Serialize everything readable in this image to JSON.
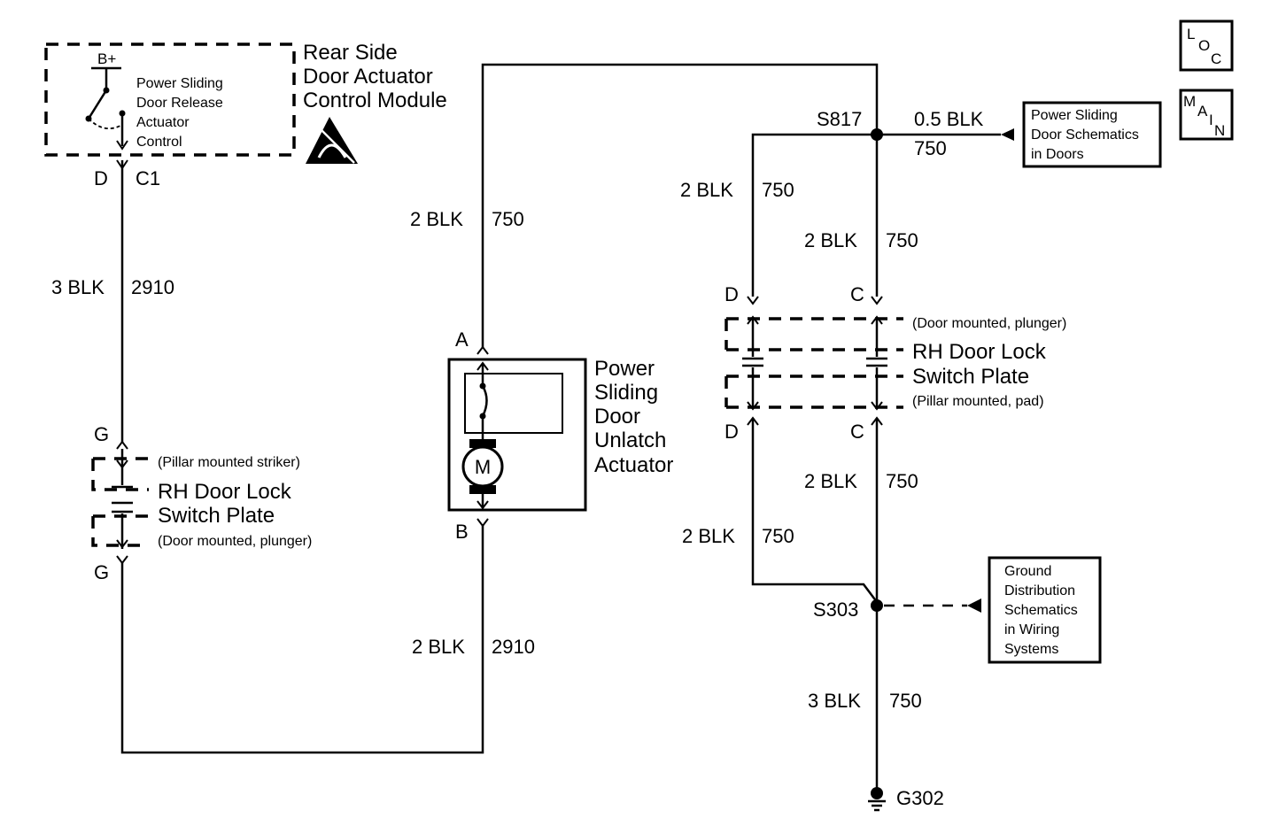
{
  "module": {
    "title_lines": [
      "Rear Side",
      "Door Actuator",
      "Control Module"
    ],
    "supply": "B+",
    "switch_lines": [
      "Power Sliding",
      "Door Release",
      "Actuator",
      "Control"
    ],
    "pin": "D",
    "connector": "C1"
  },
  "wires": {
    "left_main": {
      "size": "3 BLK",
      "circuit": "2910"
    },
    "top_loop": {
      "size": "2 BLK",
      "circuit": "750"
    },
    "bottom_mid": {
      "size": "2 BLK",
      "circuit": "2910"
    },
    "s817_out": {
      "size": "0.5 BLK",
      "circuit": "750"
    },
    "right_d_top": {
      "size": "2 BLK",
      "circuit": "750"
    },
    "right_c_top": {
      "size": "2 BLK",
      "circuit": "750"
    },
    "right_c_mid": {
      "size": "2 BLK",
      "circuit": "750"
    },
    "right_d_bottom": {
      "size": "2 BLK",
      "circuit": "750"
    },
    "ground_drop": {
      "size": "3 BLK",
      "circuit": "750"
    }
  },
  "left_switch": {
    "pin_top": "G",
    "pin_bottom": "G",
    "note_top": "(Pillar mounted striker)",
    "title_lines": [
      "RH Door Lock",
      "Switch Plate"
    ],
    "note_bottom": "(Door mounted, plunger)"
  },
  "actuator": {
    "pin_top": "A",
    "pin_bottom": "B",
    "motor": "M",
    "title_lines": [
      "Power",
      "Sliding",
      "Door",
      "Unlatch",
      "Actuator"
    ]
  },
  "right_switch": {
    "pin_left_top": "D",
    "pin_right_top": "C",
    "pin_left_bottom": "D",
    "pin_right_bottom": "C",
    "note_top": "(Door mounted, plunger)",
    "title_lines": [
      "RH Door Lock",
      "Switch Plate"
    ],
    "note_bottom": "(Pillar mounted, pad)"
  },
  "splices": {
    "s817": "S817",
    "s303": "S303"
  },
  "ground": "G302",
  "refs": {
    "doors": [
      "Power Sliding",
      "Door Schematics",
      "in Doors"
    ],
    "ground_dist": [
      "Ground",
      "Distribution",
      "Schematics",
      "in Wiring",
      "Systems"
    ]
  },
  "nav": {
    "loc": [
      "L",
      "O",
      "C"
    ],
    "main": [
      "M",
      "A",
      "I",
      "N"
    ]
  }
}
